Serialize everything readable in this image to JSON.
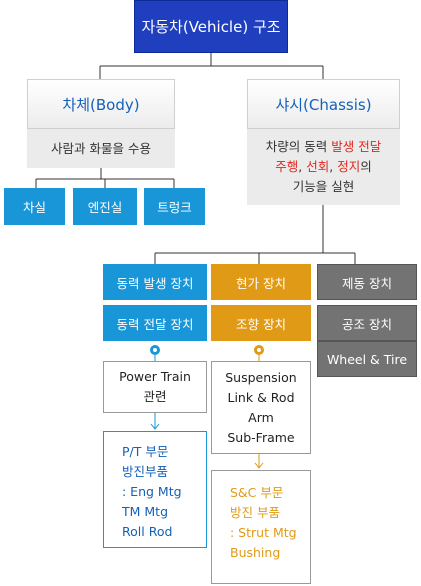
{
  "root": {
    "label": "자동차(Vehicle) 구조"
  },
  "body": {
    "title": "차체(Body)",
    "description": "사람과 화물을 수용",
    "parts": [
      "차실",
      "엔진실",
      "트렁크"
    ]
  },
  "chassis": {
    "title": "샤시(Chassis)",
    "description": {
      "line1_prefix": "차량의 동력 ",
      "line1_highlight": "발생 전달",
      "line2_part1": "주행",
      "line2_sep1": ", ",
      "line2_part2": "선회",
      "line2_sep2": ", ",
      "line2_part3": "정지",
      "line2_suffix": "의",
      "line3": "기능을 실현"
    }
  },
  "systems": {
    "power_generation": "동력 발생 장치",
    "power_transmission": "동력 전달 장치",
    "suspension": "현가 장치",
    "steering": "조향 장치",
    "braking": "제동 장치",
    "air_conditioning": "공조 장치",
    "wheel_tire": "Wheel & Tire"
  },
  "power_train": {
    "label_line1": "Power Train",
    "label_line2": "관련",
    "detail": [
      "P/T 부문",
      "방진부품",
      ": Eng Mtg",
      "TM Mtg",
      "Roll Rod"
    ]
  },
  "suspension_group": {
    "label": [
      "Suspension",
      "Link & Rod",
      "Arm",
      "Sub-Frame"
    ],
    "detail": [
      "S&C 부문",
      "방진 부품",
      ": Strut Mtg",
      "Bushing"
    ]
  },
  "colors": {
    "root": "#1f3fbf",
    "title_blue": "#1560b8",
    "highlight_red": "#e0261d",
    "blue": "#1996d8",
    "orange": "#e09a16",
    "gray": "#737373"
  }
}
